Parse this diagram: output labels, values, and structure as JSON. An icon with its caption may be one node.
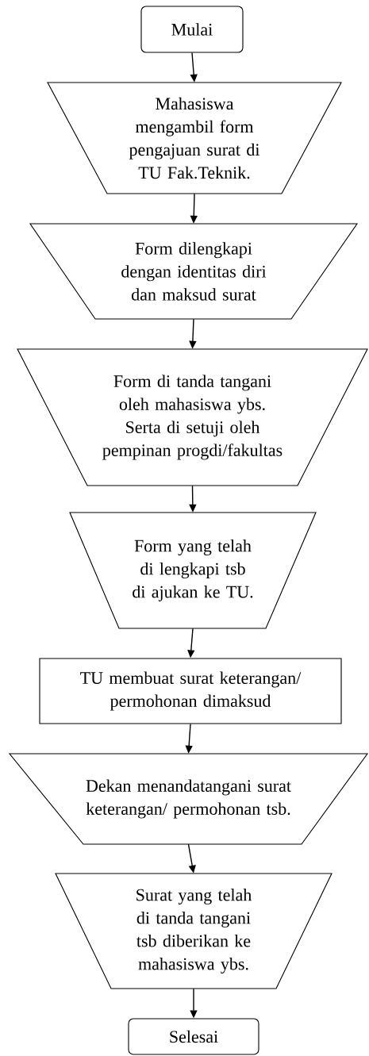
{
  "diagram": {
    "nodes": [
      {
        "text": [
          "Mulai"
        ]
      },
      {
        "text": [
          "Mahasiswa mengambil form pengajuan surat di TU Fak.Teknik."
        ]
      },
      {
        "text": [
          "Form dilengkapi dengan identitas diri dan maksud surat"
        ]
      },
      {
        "text": [
          "Form di tanda tangani oleh mahasiswa ybs. Serta di setuji oleh pempinan progdi/fakultas"
        ]
      },
      {
        "text": [
          "Form yang telah di lengkapi tsb di ajukan ke TU."
        ]
      },
      {
        "text": [
          "TU membuat surat keterangan/ permohonan dimaksud"
        ]
      },
      {
        "text": [
          "Dekan menandatangani surat keterangan/ permohonan tsb."
        ]
      },
      {
        "text": [
          "Surat yang telah di tanda tangani tsb diberikan ke mahasiswa ybs."
        ]
      },
      {
        "text": [
          "Selesai"
        ]
      }
    ],
    "edges": [
      {
        "from": 0,
        "to": 1,
        "arrow": "to"
      },
      {
        "from": 1,
        "to": 2,
        "arrow": "to"
      },
      {
        "from": 2,
        "to": 3,
        "arrow": "to"
      },
      {
        "from": 3,
        "to": 4,
        "arrow": "to"
      },
      {
        "from": 4,
        "to": 5,
        "arrow": "to"
      },
      {
        "from": 5,
        "to": 6,
        "arrow": "to"
      },
      {
        "from": 6,
        "to": 7,
        "arrow": "to"
      },
      {
        "from": 7,
        "to": 8,
        "arrow": "to"
      }
    ]
  }
}
